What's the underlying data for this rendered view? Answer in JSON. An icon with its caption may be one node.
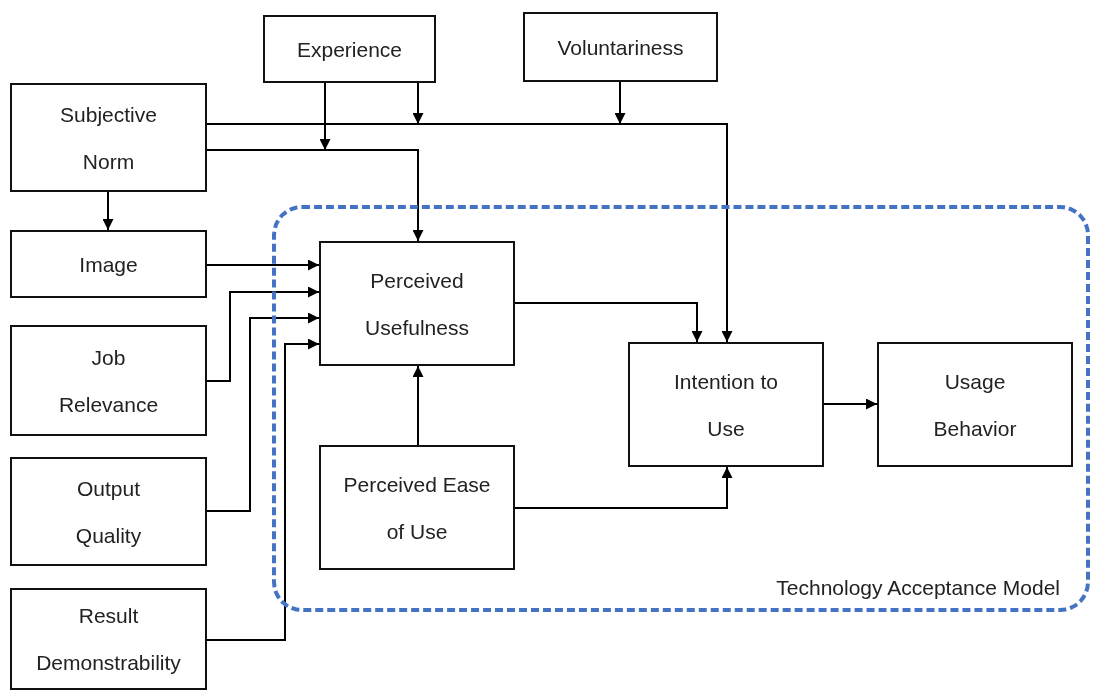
{
  "diagram": {
    "nodes": [
      {
        "text": [
          "Experience"
        ]
      },
      {
        "text": [
          "Voluntariness"
        ]
      },
      {
        "text": [
          "Subjective Norm"
        ]
      },
      {
        "text": [
          "Image"
        ]
      },
      {
        "text": [
          "Job Relevance"
        ]
      },
      {
        "text": [
          "Output Quality"
        ]
      },
      {
        "text": [
          "Result Demonstrability"
        ]
      },
      {
        "text": [
          "Technology Acceptance Model"
        ]
      },
      {
        "text": [
          "Perceived Usefulness"
        ],
        "in": 7
      },
      {
        "text": [
          "Perceived Ease of Use"
        ],
        "in": 7
      },
      {
        "text": [
          "Intention to Use"
        ],
        "in": 7
      },
      {
        "text": [
          "Usage Behavior"
        ],
        "in": 7
      }
    ],
    "edges": [
      {
        "from": 2,
        "to": 3,
        "arrow": "to"
      },
      {
        "from": 0,
        "to": null,
        "arrow": "to"
      },
      {
        "from": 0,
        "to": null,
        "arrow": "to"
      },
      {
        "from": 1,
        "to": null,
        "arrow": "to"
      },
      {
        "from": 2,
        "to": 8,
        "arrow": "to"
      },
      {
        "from": 2,
        "to": 10,
        "arrow": "to"
      },
      {
        "from": 3,
        "to": 8,
        "arrow": "to"
      },
      {
        "from": 4,
        "to": 8,
        "arrow": "to"
      },
      {
        "from": 5,
        "to": 8,
        "arrow": "to"
      },
      {
        "from": 6,
        "to": 8,
        "arrow": "to"
      },
      {
        "from": 9,
        "to": 8,
        "arrow": "to"
      },
      {
        "from": 8,
        "to": 10,
        "arrow": "to"
      },
      {
        "from": 9,
        "to": 10,
        "arrow": "to"
      },
      {
        "from": 10,
        "to": 11,
        "arrow": "to"
      }
    ]
  }
}
